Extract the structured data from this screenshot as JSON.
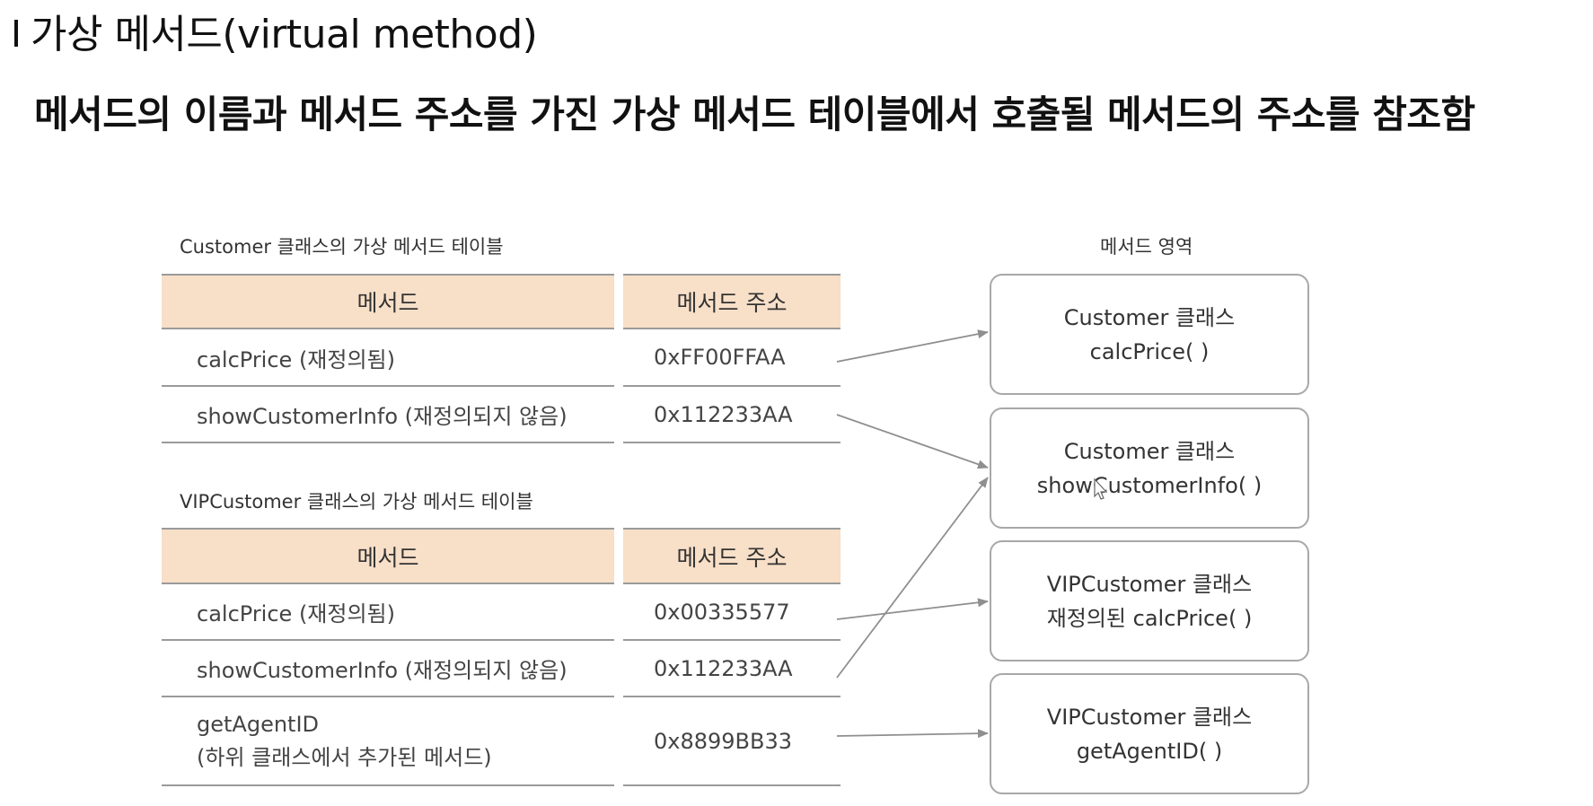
{
  "title": "가상 메서드(virtual method)",
  "subtitle": "메서드의 이름과 메서드 주소를 가진 가상 메서드 테이블에서 호출될 메서드의 주소를 참조함",
  "customer_table": {
    "caption": "Customer 클래스의 가상 메서드 테이블",
    "header_method": "메서드",
    "header_address": "메서드 주소",
    "rows": [
      {
        "method": "calcPrice (재정의됨)",
        "address": "0xFF00FFAA"
      },
      {
        "method": "showCustomerInfo (재정의되지 않음)",
        "address": "0x112233AA"
      }
    ]
  },
  "vip_table": {
    "caption": "VIPCustomer 클래스의 가상 메서드 테이블",
    "header_method": "메서드",
    "header_address": "메서드 주소",
    "rows": [
      {
        "method": "calcPrice (재정의됨)",
        "address": "0x00335577"
      },
      {
        "method": "showCustomerInfo (재정의되지 않음)",
        "address": "0x112233AA"
      },
      {
        "method_line1": "getAgentID",
        "method_line2": "(하위 클래스에서 추가된 메서드)",
        "address": "0x8899BB33"
      }
    ]
  },
  "method_area": {
    "caption": "메서드 영역",
    "boxes": [
      {
        "line1": "Customer 클래스",
        "line2": "calcPrice( )"
      },
      {
        "line1": "Customer 클래스",
        "line2": "showCustomerInfo( )"
      },
      {
        "line1": "VIPCustomer 클래스",
        "line2": "재정의된 calcPrice( )"
      },
      {
        "line1": "VIPCustomer 클래스",
        "line2": "getAgentID( )"
      }
    ]
  },
  "colors": {
    "header_fill": "#f8dfc8",
    "rule": "#9a9a9a",
    "arrow": "#8f8f8f"
  }
}
